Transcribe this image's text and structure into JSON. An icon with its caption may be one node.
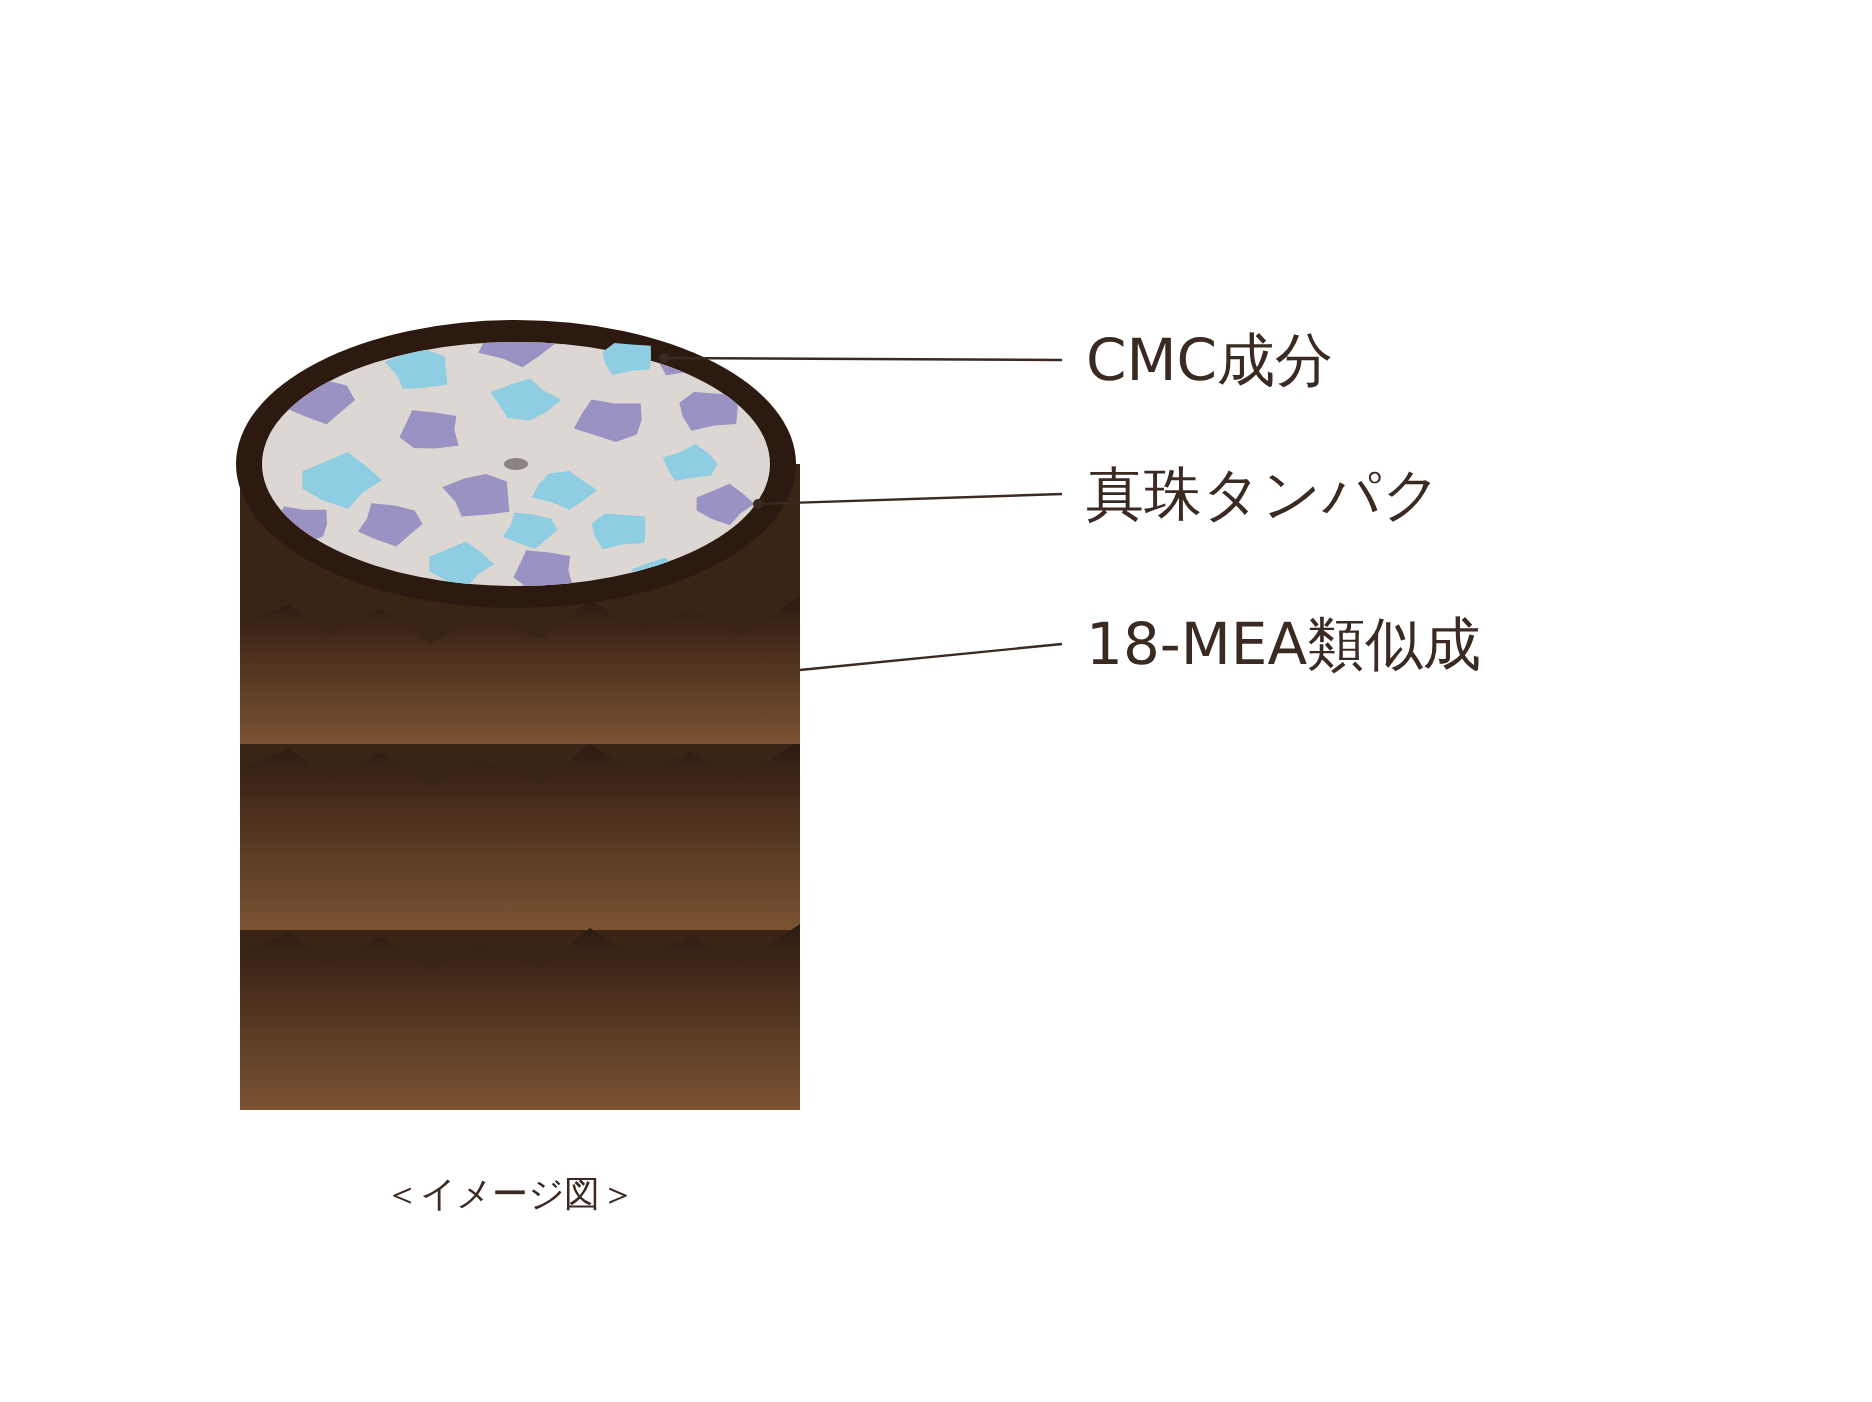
{
  "diagram": {
    "caption": "＜イメージ図＞",
    "nodes": [
      {
        "text": [
          "CMC成分"
        ]
      },
      {
        "text": [
          "真珠タンパク"
        ]
      },
      {
        "text": [
          "18-MEA類似成"
        ]
      },
      {
        "text": [],
        "shape": "picture"
      },
      {
        "text": [],
        "shape": "picture"
      },
      {
        "text": [],
        "shape": "picture"
      }
    ],
    "edges": [
      {
        "from": 0,
        "to": 3,
        "arrow": "other"
      },
      {
        "from": 1,
        "to": 4,
        "arrow": "other"
      },
      {
        "from": 2,
        "to": 5,
        "arrow": "none"
      }
    ]
  }
}
